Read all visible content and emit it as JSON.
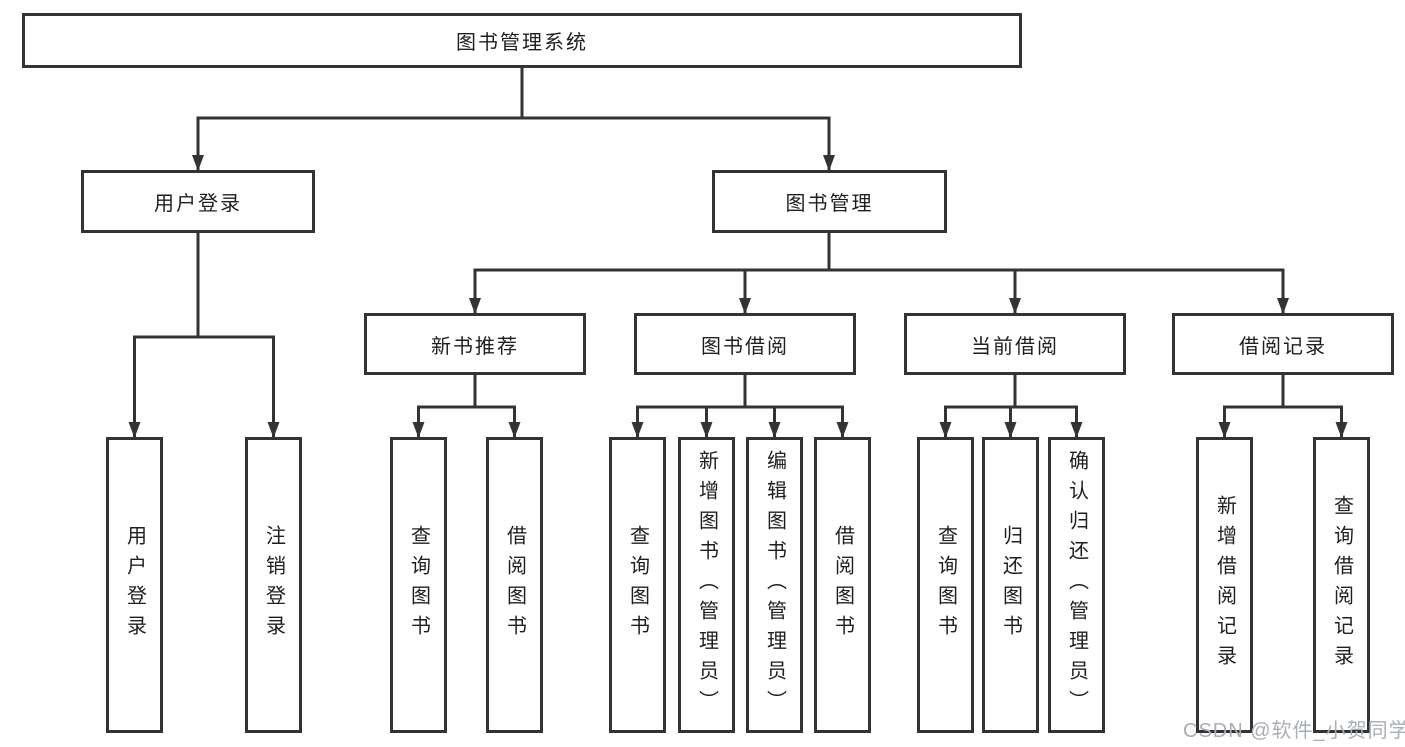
{
  "colors": {
    "line": "#333333",
    "box_border": "#333333",
    "text": "#1f1f1f",
    "background": "#ffffff",
    "watermark": "#a9aeb5"
  },
  "tree": {
    "root": {
      "label": "图书管理系统",
      "children": [
        {
          "label": "用户登录",
          "children": [
            {
              "label": "用户登录"
            },
            {
              "label": "注销登录"
            }
          ]
        },
        {
          "label": "图书管理",
          "children": [
            {
              "label": "新书推荐",
              "children": [
                {
                  "label": "查询图书"
                },
                {
                  "label": "借阅图书"
                }
              ]
            },
            {
              "label": "图书借阅",
              "children": [
                {
                  "label": "查询图书"
                },
                {
                  "label": "新增图书（管理员）"
                },
                {
                  "label": "编辑图书（管理员）"
                },
                {
                  "label": "借阅图书"
                }
              ]
            },
            {
              "label": "当前借阅",
              "children": [
                {
                  "label": "查询图书"
                },
                {
                  "label": "归还图书"
                },
                {
                  "label": "确认归还（管理员）"
                }
              ]
            },
            {
              "label": "借阅记录",
              "children": [
                {
                  "label": "新增借阅记录"
                },
                {
                  "label": "查询借阅记录"
                }
              ]
            }
          ]
        }
      ]
    }
  },
  "watermark": {
    "text": "CSDN @软件_小贺同学"
  }
}
